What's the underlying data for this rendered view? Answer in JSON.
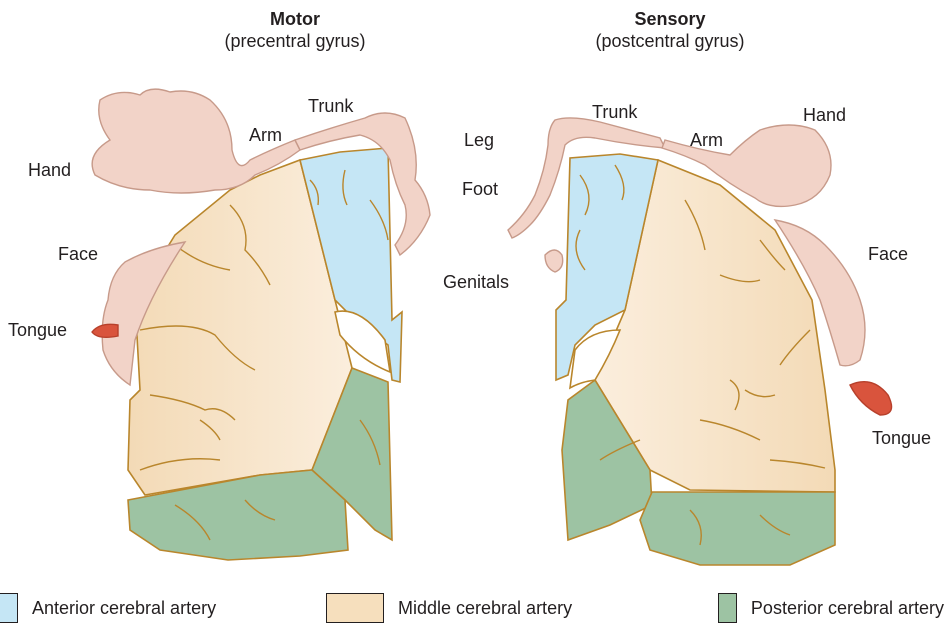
{
  "motor": {
    "title": "Motor",
    "subtitle": "(precentral gyrus)",
    "labels": {
      "trunk": "Trunk",
      "arm": "Arm",
      "hand": "Hand",
      "face": "Face",
      "tongue": "Tongue"
    }
  },
  "sensory": {
    "title": "Sensory",
    "subtitle": "(postcentral gyrus)",
    "labels": {
      "trunk": "Trunk",
      "leg": "Leg",
      "arm": "Arm",
      "hand": "Hand",
      "foot": "Foot",
      "face": "Face",
      "genitals": "Genitals",
      "tongue": "Tongue"
    }
  },
  "legend": [
    {
      "label": "Anterior cerebral artery",
      "color": "#c5e6f5"
    },
    {
      "label": "Middle cerebral artery",
      "color": "#f6dfbd"
    },
    {
      "label": "Posterior cerebral artery",
      "color": "#9dc3a3"
    }
  ],
  "colors": {
    "anterior": "#c5e6f5",
    "middle": "#f6dfbd",
    "posterior": "#9dc3a3",
    "outline": "#b9862c",
    "homunculus": "#f2d3c8",
    "tongue": "#d9543d"
  }
}
